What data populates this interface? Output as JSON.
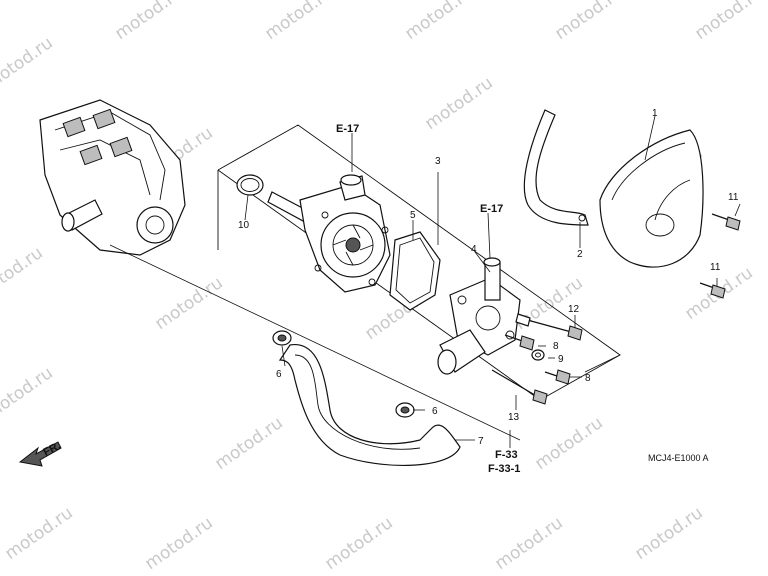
{
  "watermark": "motod.ru",
  "direction_marker": "FR.",
  "drawing_code": "MCJ4-E1000 A",
  "reference_labels": {
    "e17_a": "E-17",
    "e17_b": "E-17",
    "f33": "F-33",
    "f331": "F-33-1"
  },
  "callouts": {
    "c1": "1",
    "c2": "2",
    "c3": "3",
    "c4": "4",
    "c5": "5",
    "c6a": "6",
    "c6b": "6",
    "c7": "7",
    "c8a": "8",
    "c8b": "8",
    "c9": "9",
    "c10": "10",
    "c11a": "11",
    "c11b": "11",
    "c12": "12",
    "c13": "13"
  },
  "colors": {
    "line": "#111111",
    "watermark": "#c9c9c9",
    "background": "#ffffff"
  }
}
